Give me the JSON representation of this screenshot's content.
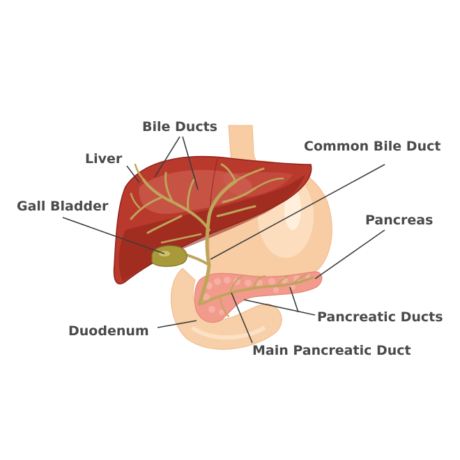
{
  "labels": {
    "bile_ducts": "Bile Ducts",
    "liver": "Liver",
    "common_bile_duct": "Common Bile Duct",
    "gall_bladder": "Gall Bladder",
    "pancreas": "Pancreas",
    "pancreatic_ducts": "Pancreatic Ducts",
    "duodenum": "Duodenum",
    "main_pancreatic_duct": "Main Pancreatic Duct"
  },
  "colors": {
    "liver": "#b93a2c",
    "liver_dark": "#8e2219",
    "liver_highlight": "#d4675b",
    "stomach": "#f8cda4",
    "stomach_light": "#fce2c6",
    "duodenum": "#f7cfa8",
    "pancreas": "#f29a8c",
    "duct": "#bfa55a",
    "gall_bladder": "#a89a3a",
    "label_text": "#4a4a4a",
    "leader_line": "#3c3c3c"
  }
}
